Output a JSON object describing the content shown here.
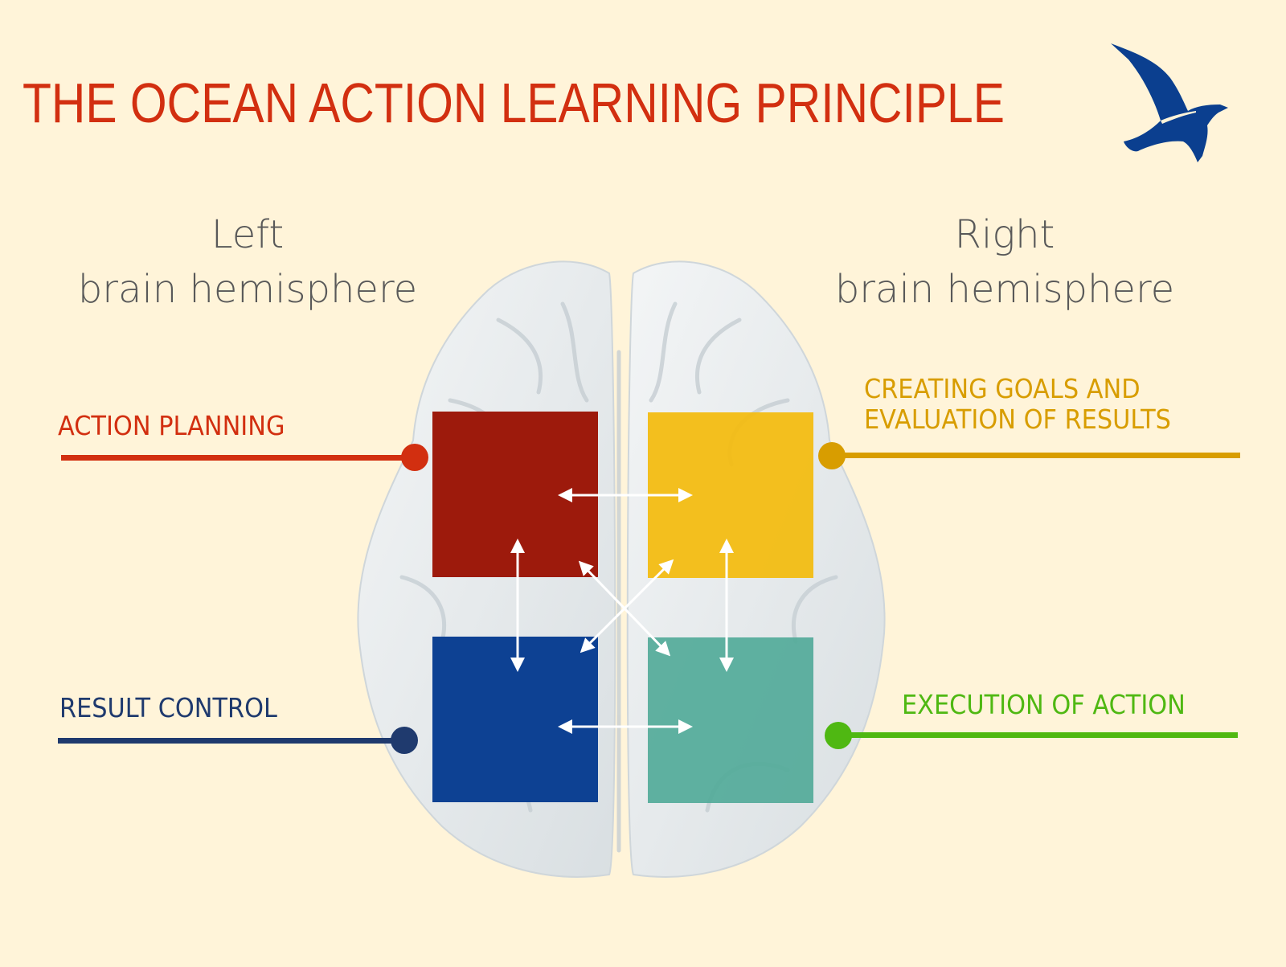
{
  "header": {
    "title": "THE OCEAN ACTION LEARNING PRINCIPLE",
    "logo_icon": "seagull-icon"
  },
  "hemispheres": {
    "left": {
      "line1": "Left",
      "line2": "brain hemisphere"
    },
    "right": {
      "line1": "Right",
      "line2": "brain hemisphere"
    }
  },
  "quadrants": [
    {
      "id": "top-left",
      "label": "ACTION PLANNING",
      "color": "#9d1a0c",
      "label_color": "#d22f10"
    },
    {
      "id": "top-right",
      "label_line1": "CREATING GOALS AND",
      "label_line2": "EVALUATION OF RESULTS",
      "color": "#f3bb0e",
      "label_color": "#d89d00"
    },
    {
      "id": "bottom-left",
      "label": "RESULT CONTROL",
      "color": "#0d4193",
      "label_color": "#1f3a6e"
    },
    {
      "id": "bottom-right",
      "label": "EXECUTION OF ACTION",
      "color": "#52aa99",
      "label_color": "#4fb812"
    }
  ],
  "colors": {
    "background": "#fff4d9",
    "title": "#d22f10",
    "logo": "#0b3f8f",
    "hemisphere_text": "#595959"
  }
}
